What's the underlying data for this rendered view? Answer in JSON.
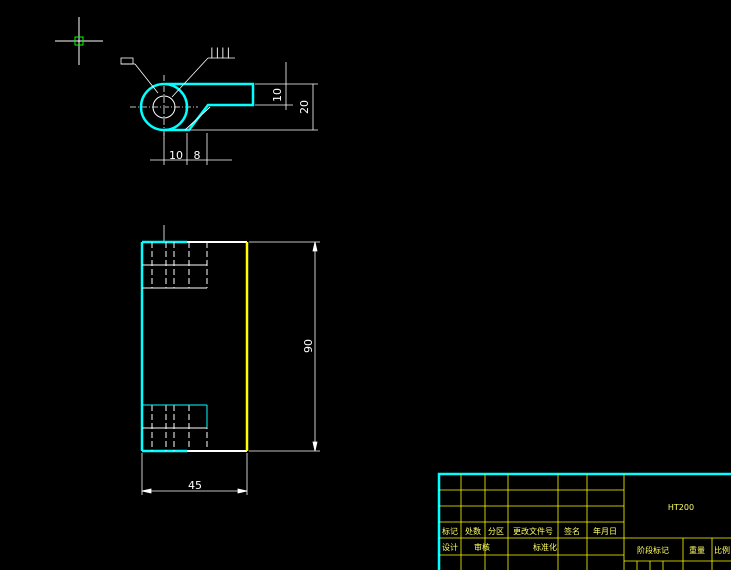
{
  "colors": {
    "background": "#000000",
    "outline": "#00ffff",
    "line": "#ffffff",
    "edge_highlight": "#ffff00",
    "title_block_grid": "#ffff00",
    "title_block_text": "#ffff66"
  },
  "cursor": {
    "icon": "crosshair-cursor-icon"
  },
  "top_view": {
    "leader_note": "∣∣∣∣",
    "leader_box": "",
    "dims": {
      "height_small": "10",
      "height_total": "20",
      "width_a": "10",
      "width_b": "8"
    }
  },
  "front_view": {
    "dims": {
      "height": "90",
      "width": "45"
    }
  },
  "title_block": {
    "material": "HT200",
    "row_headers": [
      "标记",
      "处数",
      "分区",
      "更改文件号",
      "签名",
      "年月日"
    ],
    "row_roles": [
      "设计",
      "审核",
      "",
      "标准化"
    ],
    "row_meta": [
      "阶段标记",
      "重量",
      "比例"
    ]
  }
}
